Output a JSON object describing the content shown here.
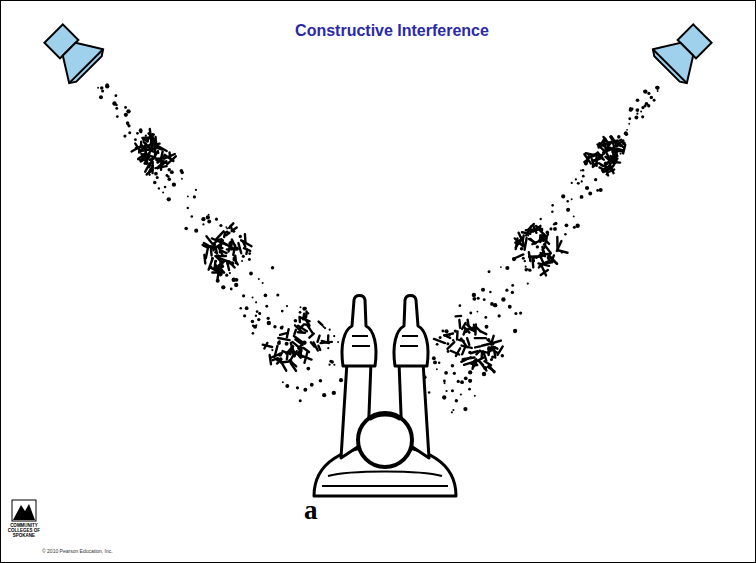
{
  "diagram": {
    "title": "Constructive Interference",
    "labels": [
      "a",
      "© 2010 Pearson Education, Inc.",
      "COMMUNITY COLLEGES OF SPOKANE"
    ]
  }
}
